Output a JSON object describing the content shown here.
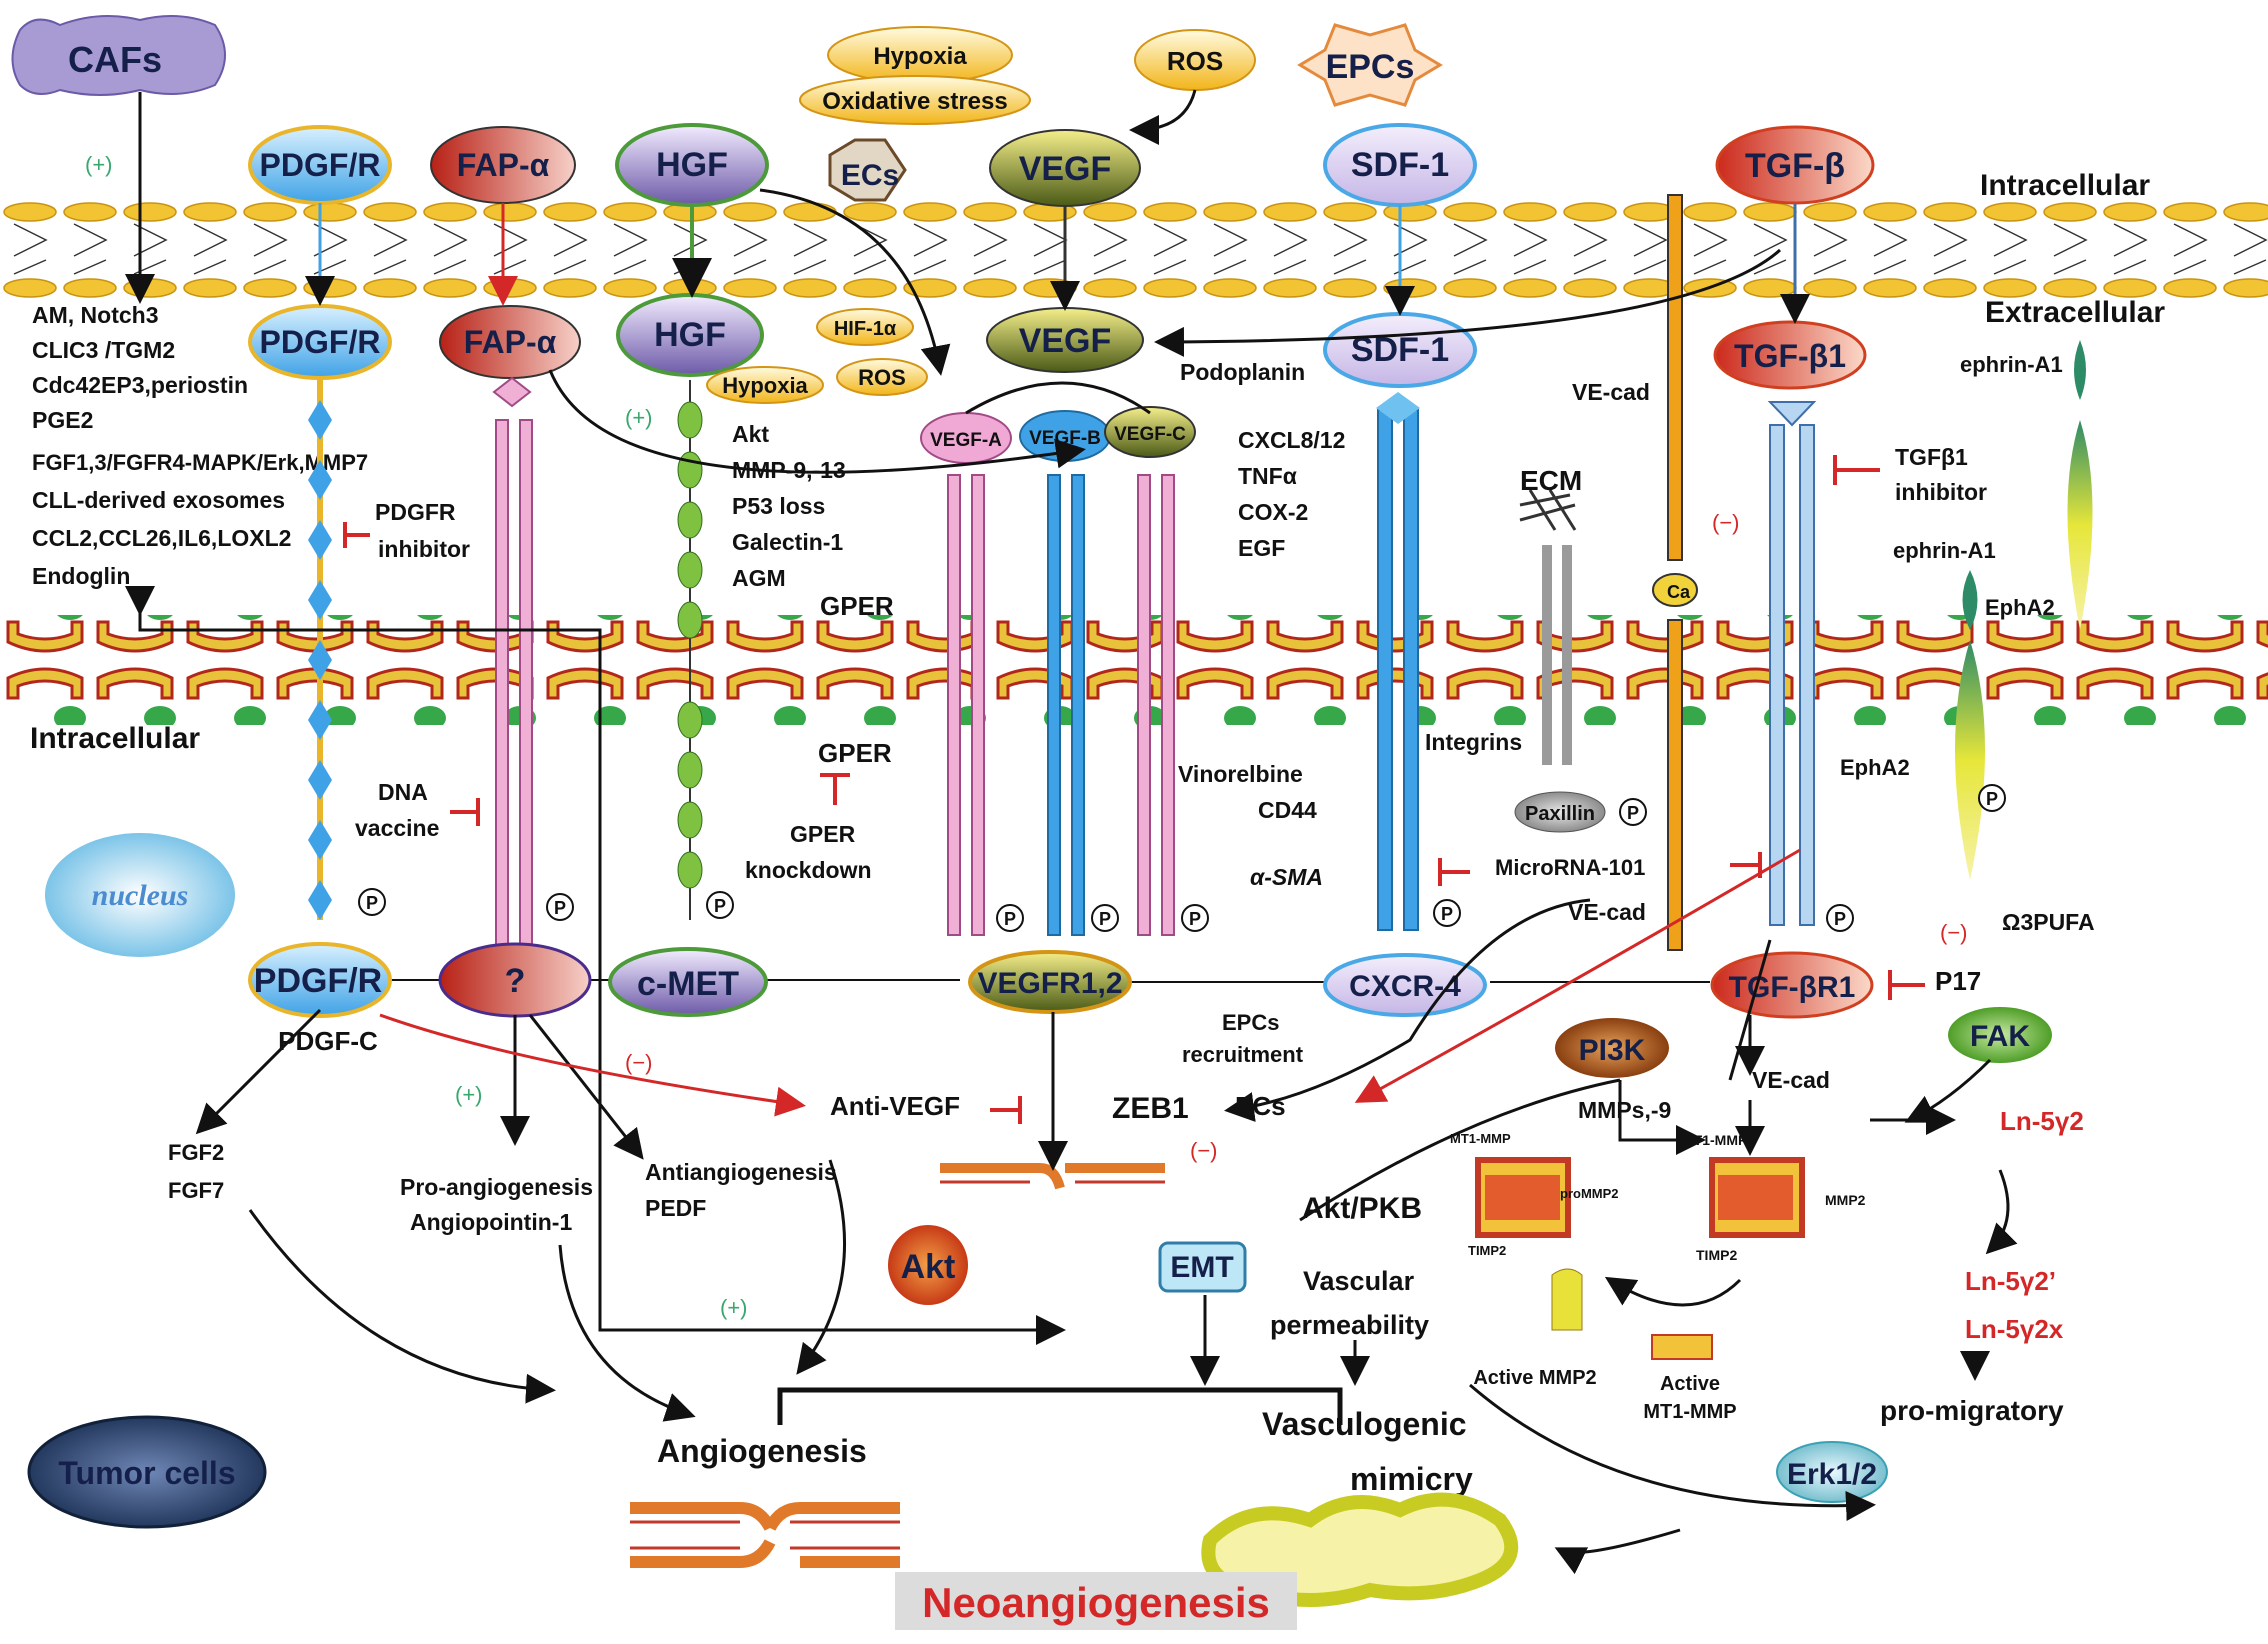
{
  "title": "Neoangiogenesis",
  "cells": {
    "cafs": "CAFs",
    "epcs": "EPCs",
    "ecs": "ECs",
    "tumor": "Tumor cells",
    "nucleus": "nucleus"
  },
  "compartments": {
    "intracellular_top": "Intracellular",
    "extracellular": "Extracellular",
    "intracellular_left": "Intracellular"
  },
  "stress": {
    "hypoxia": "Hypoxia",
    "oxidative": "Oxidative stress",
    "ros": "ROS",
    "hif": "HIF-1α",
    "hypoxia2": "Hypoxia",
    "ros2": "ROS"
  },
  "ligands": {
    "pdgfr_top": "PDGF/R",
    "fap_top": "FAP-α",
    "hgf_top": "HGF",
    "vegf_top": "VEGF",
    "sdf_top": "SDF-1",
    "tgfb_top": "TGF-β",
    "pdgfr_mid": "PDGF/R",
    "fap_mid": "FAP-α",
    "hgf_mid": "HGF",
    "vegf_mid": "VEGF",
    "sdf_mid": "SDF-1",
    "tgfb1_mid": "TGF-β1",
    "vegf_a": "VEGF-A",
    "vegf_b": "VEGF-B",
    "vegf_c": "VEGF-C"
  },
  "receptors": {
    "pdgfr": "PDGF/R",
    "pdgfc": "PDGF-C",
    "unknown": "?",
    "cmet": "c-MET",
    "vegfr": "VEGFR1,2",
    "cxcr4": "CXCR-4",
    "tgfbr1": "TGF-βR1"
  },
  "caf_factors": [
    "AM, Notch3",
    "CLIC3 /TGM2",
    "Cdc42EP3,periostin",
    "PGE2",
    "FGF1,3/FGFR4-MAPK/Erk,MMP7",
    "CLL-derived exosomes",
    "CCL2,CCL26,IL6,LOXL2",
    "Endoglin"
  ],
  "hgf_effects": [
    "Akt",
    "MMP-9,-13",
    "P53 loss",
    "Galectin-1",
    "AGM"
  ],
  "sdf_effects": [
    "CXCL8/12",
    "TNFα",
    "COX-2",
    "EGF"
  ],
  "labels": {
    "pdgfr_inhibitor": [
      "PDGFR",
      "inhibitor"
    ],
    "dna_vaccine": [
      "DNA",
      "vaccine"
    ],
    "gper1": "GPER",
    "gper2": "GPER",
    "gper_kd": [
      "GPER",
      "knockdown"
    ],
    "podoplanin": "Podoplanin",
    "ecm": "ECM",
    "ve_cad1": "VE-cad",
    "ve_cad2": "VE-cad",
    "ve_cad3": "VE-cad",
    "integrins": "Integrins",
    "paxillin": "Paxillin",
    "vinorelbine": "Vinorelbine",
    "cd44": "CD44",
    "asma": "α-SMA",
    "microrna": "MicroRNA-101",
    "tgfb1_inhibitor": [
      "TGFβ1",
      "inhibitor"
    ],
    "ephrin1": "ephrin-A1",
    "ephrin2": "ephrin-A1",
    "epha2_1": "EphA2",
    "epha2_2": "EphA2",
    "ca": "Ca",
    "o3pufa": "Ω3PUFA",
    "p17": "P17",
    "fak": "FAK",
    "pi3k": "PI3K",
    "mmps": "MMPs,-9",
    "mt1mmp1": "MT1-MMP",
    "mt1mmp2": "MT1-MMP",
    "promm2": "proMMP2",
    "mmp2": "MMP2",
    "timp2a": "TIMP2",
    "timp2b": "TIMP2",
    "active_mmp2": "Active MMP2",
    "active_mt1": [
      "Active",
      "MT1-MMP"
    ],
    "akt_pkb": "Akt/PKB",
    "vasc_perm": [
      "Vascular",
      "permeability"
    ],
    "zeb1": "ZEB1",
    "ecs2": "ECs",
    "emt": "EMT",
    "akt": "Akt",
    "epcs_recruit": [
      "EPCs",
      "recruitment"
    ],
    "anti_vegf": "Anti-VEGF",
    "fgf": [
      "FGF2",
      "FGF7"
    ],
    "pro_angio": [
      "Pro-angiogenesis",
      "Angiopointin-1"
    ],
    "anti_angio": [
      "Antiangiogenesis",
      "PEDF"
    ],
    "angiogenesis": "Angiogenesis",
    "vasc_mimicry": [
      "Vasculogenic",
      "mimicry"
    ],
    "ln1": "Ln-5γ2",
    "ln2": "Ln-5γ2’",
    "ln3": "Ln-5γ2x",
    "promig": "pro-migratory",
    "erk": "Erk1/2",
    "plus": "(+)",
    "minus": "(−)",
    "p": "P"
  },
  "colors": {
    "membrane_outer": "#f0c02a",
    "membrane_inner": "#c0392b",
    "node_blue": "#5fb8ee",
    "node_red": "#d13b2e",
    "node_purple": "#8d86c8",
    "node_green": "#7fc141",
    "accent_red": "#d42828"
  }
}
